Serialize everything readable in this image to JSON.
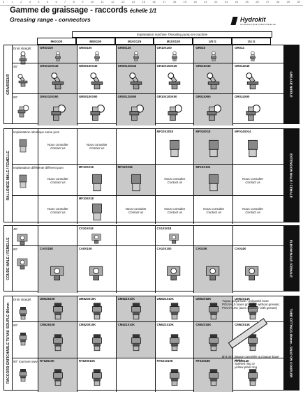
{
  "ruler": [
    "0",
    "1",
    "2",
    "3",
    "4",
    "5",
    "6",
    "7",
    "8",
    "9",
    "10",
    "11",
    "12",
    "13",
    "14",
    "15",
    "16",
    "17",
    "18",
    "19",
    "20",
    "21",
    "22",
    "23",
    "24",
    "25",
    "26",
    "27",
    "28",
    "29",
    "30"
  ],
  "title": "Gamme de graissage - raccords",
  "scale": "échelle 1/1",
  "subtitle": "Greasing range - connectors",
  "logo": {
    "text": "Hydrokit",
    "small": "HYDRAULIQUE INDUSTRIELLE"
  },
  "header": {
    "main": "Implantation machine",
    "main_en": "Threading pump on machine",
    "columns": [
      "M6X100",
      "M8X100",
      "M10X125",
      "M10X100",
      "1/8 G",
      "1/4 G"
    ]
  },
  "sections": [
    {
      "left": "GRAISSEUR",
      "right": "GREASE NIPPLE",
      "rows": [
        {
          "label": "Droit straight",
          "cells": [
            "GR6X100",
            "GR8X100",
            "GR8X125",
            "GR10X100",
            "GR018",
            "GR014"
          ]
        },
        {
          "label": "45°",
          "cells": [
            "GR6X100X45",
            "GR8X100X45",
            "GR8X125X45",
            "GR10X100X45",
            "GR018X45",
            "GR014X45"
          ]
        },
        {
          "label": "90°",
          "cells": [
            "GR6X100X90",
            "GR8X100X90",
            "GR8X125X90",
            "GR10X100X90",
            "GR018X90",
            "GR014X90"
          ]
        }
      ]
    },
    {
      "left": "RALLONGE MALE / FEMELLE",
      "right": "EXTENSION MALE / FEMALE",
      "rows": [
        {
          "label": "Implantation identique same pum",
          "cells": [
            "Nous consulter|Contact us",
            "Nous consulter|Contact us",
            "",
            "MF10X2018",
            "MF018X18",
            "MF014X014"
          ]
        },
        {
          "label": "Implantation différente different pum",
          "cells": [
            "Nous consulter|Contact us",
            "MF10X018",
            "MF12X018",
            "Nous consulter|Contact us",
            "MF10X101",
            "Nous consulter|Contact us"
          ]
        },
        {
          "label": "",
          "cells": [
            "Nous consulter|Contact us",
            "MF10X018",
            "Nous consulter|Contact us",
            "Nous consulter|Contact us",
            "Nous consulter|Contact us",
            "Nous consulter|Contact us"
          ]
        }
      ]
    },
    {
      "left": "COUDE MALE / FEMELLE",
      "right": "ELBOW MALE / FEMALE",
      "rows": [
        {
          "label": "45°",
          "cells": [
            "",
            "CV10X018",
            "",
            "CV10X018",
            "",
            ""
          ]
        },
        {
          "label": "90°",
          "cells": [
            "CA0X18K",
            "CA8X10K",
            "",
            "CA10X100",
            "CA018K",
            "CA014K"
          ]
        }
      ]
    },
    {
      "left": "RACCORD ENFICHABLE TUYAU SOUPLE Ø6mm",
      "right": "TUBE FITTINGS Ø6mm - SNAP ON COUPLER",
      "rows": [
        {
          "label": "Droit straight",
          "cells": [
            "UM6Z610K",
            "UM8Z0010K",
            "UM8Z1010K",
            "UM6Z1010K",
            "UM6Z018K",
            "UM6Z014K"
          ]
        },
        {
          "label": "90°",
          "cells": [
            "CM6Z610K",
            "CM8Z0010K",
            "CM8Z1010K",
            "CM6Z1010K",
            "CM6Z018K",
            "CM6Z014K"
          ]
        },
        {
          "label": "90° tournant swivel",
          "cells": [
            "RT6Z610K",
            "RT8Z0010K",
            "",
            "RT6Z1010K",
            "RT6Z018K",
            "RT6Z014K"
          ]
        }
      ],
      "note": [
        "Tuyau polyamide / polyamid hose",
        "POLYA10 (sans graisse / without grease)",
        "POLYA10G (avec graisse / with grease)"
      ],
      "note2": [
        "Bague cannelée ou bague base jaune",
        "Splined ring or",
        "yellow plain ring"
      ],
      "size": "Ø 6 mm"
    }
  ]
}
